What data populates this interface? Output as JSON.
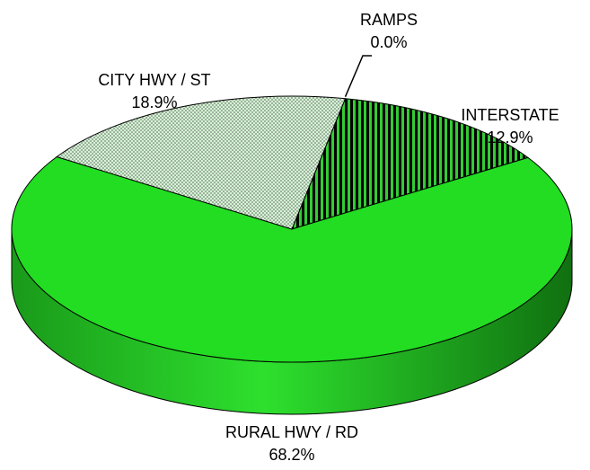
{
  "chart_data": {
    "type": "pie",
    "slices": [
      {
        "label": "RAMPS",
        "value": 0.0,
        "pct_label": "0.0%",
        "color": "#ffffff",
        "pattern": "solid"
      },
      {
        "label": "INTERSTATE",
        "value": 12.9,
        "pct_label": "12.9%",
        "color": "#33cc33",
        "pattern": "vertical-stripes"
      },
      {
        "label": "RURAL HWY / RD",
        "value": 68.2,
        "pct_label": "68.2%",
        "color": "#22dd22",
        "pattern": "solid"
      },
      {
        "label": "CITY HWY / ST",
        "value": 18.9,
        "pct_label": "18.9%",
        "color": "#ccf2cc",
        "pattern": "dots"
      }
    ],
    "style": "3d-pie",
    "legend": "none"
  }
}
